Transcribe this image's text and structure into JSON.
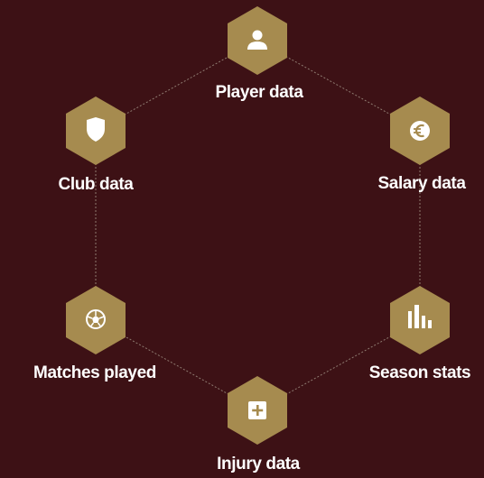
{
  "colors": {
    "background": "#3d1115",
    "hexagon_fill": "#a68b4f",
    "connector_line": "#a99e8f",
    "icon": "#ffffff",
    "label_text": "#ffffff"
  },
  "nodes": [
    {
      "id": "player",
      "label": "Player data",
      "icon": "user-icon"
    },
    {
      "id": "salary",
      "label": "Salary data",
      "icon": "euro-icon"
    },
    {
      "id": "season",
      "label": "Season stats",
      "icon": "bar-chart-icon"
    },
    {
      "id": "injury",
      "label": "Injury data",
      "icon": "medical-plus-icon"
    },
    {
      "id": "matches",
      "label": "Matches played",
      "icon": "soccer-ball-icon"
    },
    {
      "id": "club",
      "label": "Club data",
      "icon": "shield-icon"
    }
  ]
}
